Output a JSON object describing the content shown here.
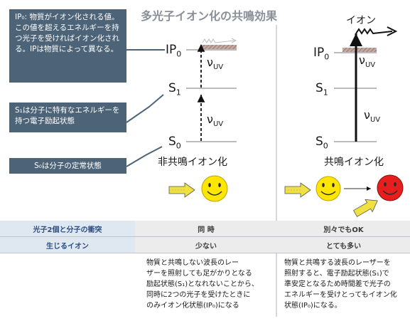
{
  "title": "多光子イオン化の共鳴効果",
  "callouts": {
    "ip": "IP₀: 物質がイオン化される値。この値を超えるエネルギーを持つ光子を受ければイオン化される。IPは物質によって異なる。",
    "s1": "S₁は分子に特有なエネルギーを持つ電子励起状態",
    "s0": "S₀は分子の定常状態"
  },
  "levels": {
    "ip_base": "IP",
    "ip_sub": "0",
    "s1_base": "S",
    "s1_sub": "1",
    "s0_base": "S",
    "s0_sub": "0"
  },
  "photon": {
    "nu": "ν",
    "sub": "UV"
  },
  "left_panel": {
    "label": "非共鳴イオン化"
  },
  "right_panel": {
    "label": "共鳴イオン化",
    "ion_label": "イオン"
  },
  "table": {
    "rows": [
      {
        "header": "光子2個と分子の衝突",
        "left": "同 時",
        "right": "別々でもOK"
      },
      {
        "header": "生じるイオン",
        "left": "少ない",
        "right": "とても多い"
      }
    ],
    "desc_left": [
      "物質と共鳴しない波長のレー",
      "ザーを照射しても足がかりとなる",
      "励起状態(S₁)となれないことから、",
      "同時に2つの光子を受けたときに",
      "のみイオン化状態(IP₀)になる"
    ],
    "desc_right": [
      "物質と共鳴する波長のレーザーを",
      "照射すると、電子励起状態(S₁)で",
      "準安定となるため時間差で光子の",
      "エネルギーを受けとってもイオン化",
      "状態(IP₀)になる。"
    ]
  },
  "colors": {
    "callout_bg": "#4d6478",
    "header_text": "#2d4f85",
    "smiley_yellow": "#ffe600",
    "smiley_red": "#e61e1e",
    "arrow_yellow": "#f0e040"
  }
}
